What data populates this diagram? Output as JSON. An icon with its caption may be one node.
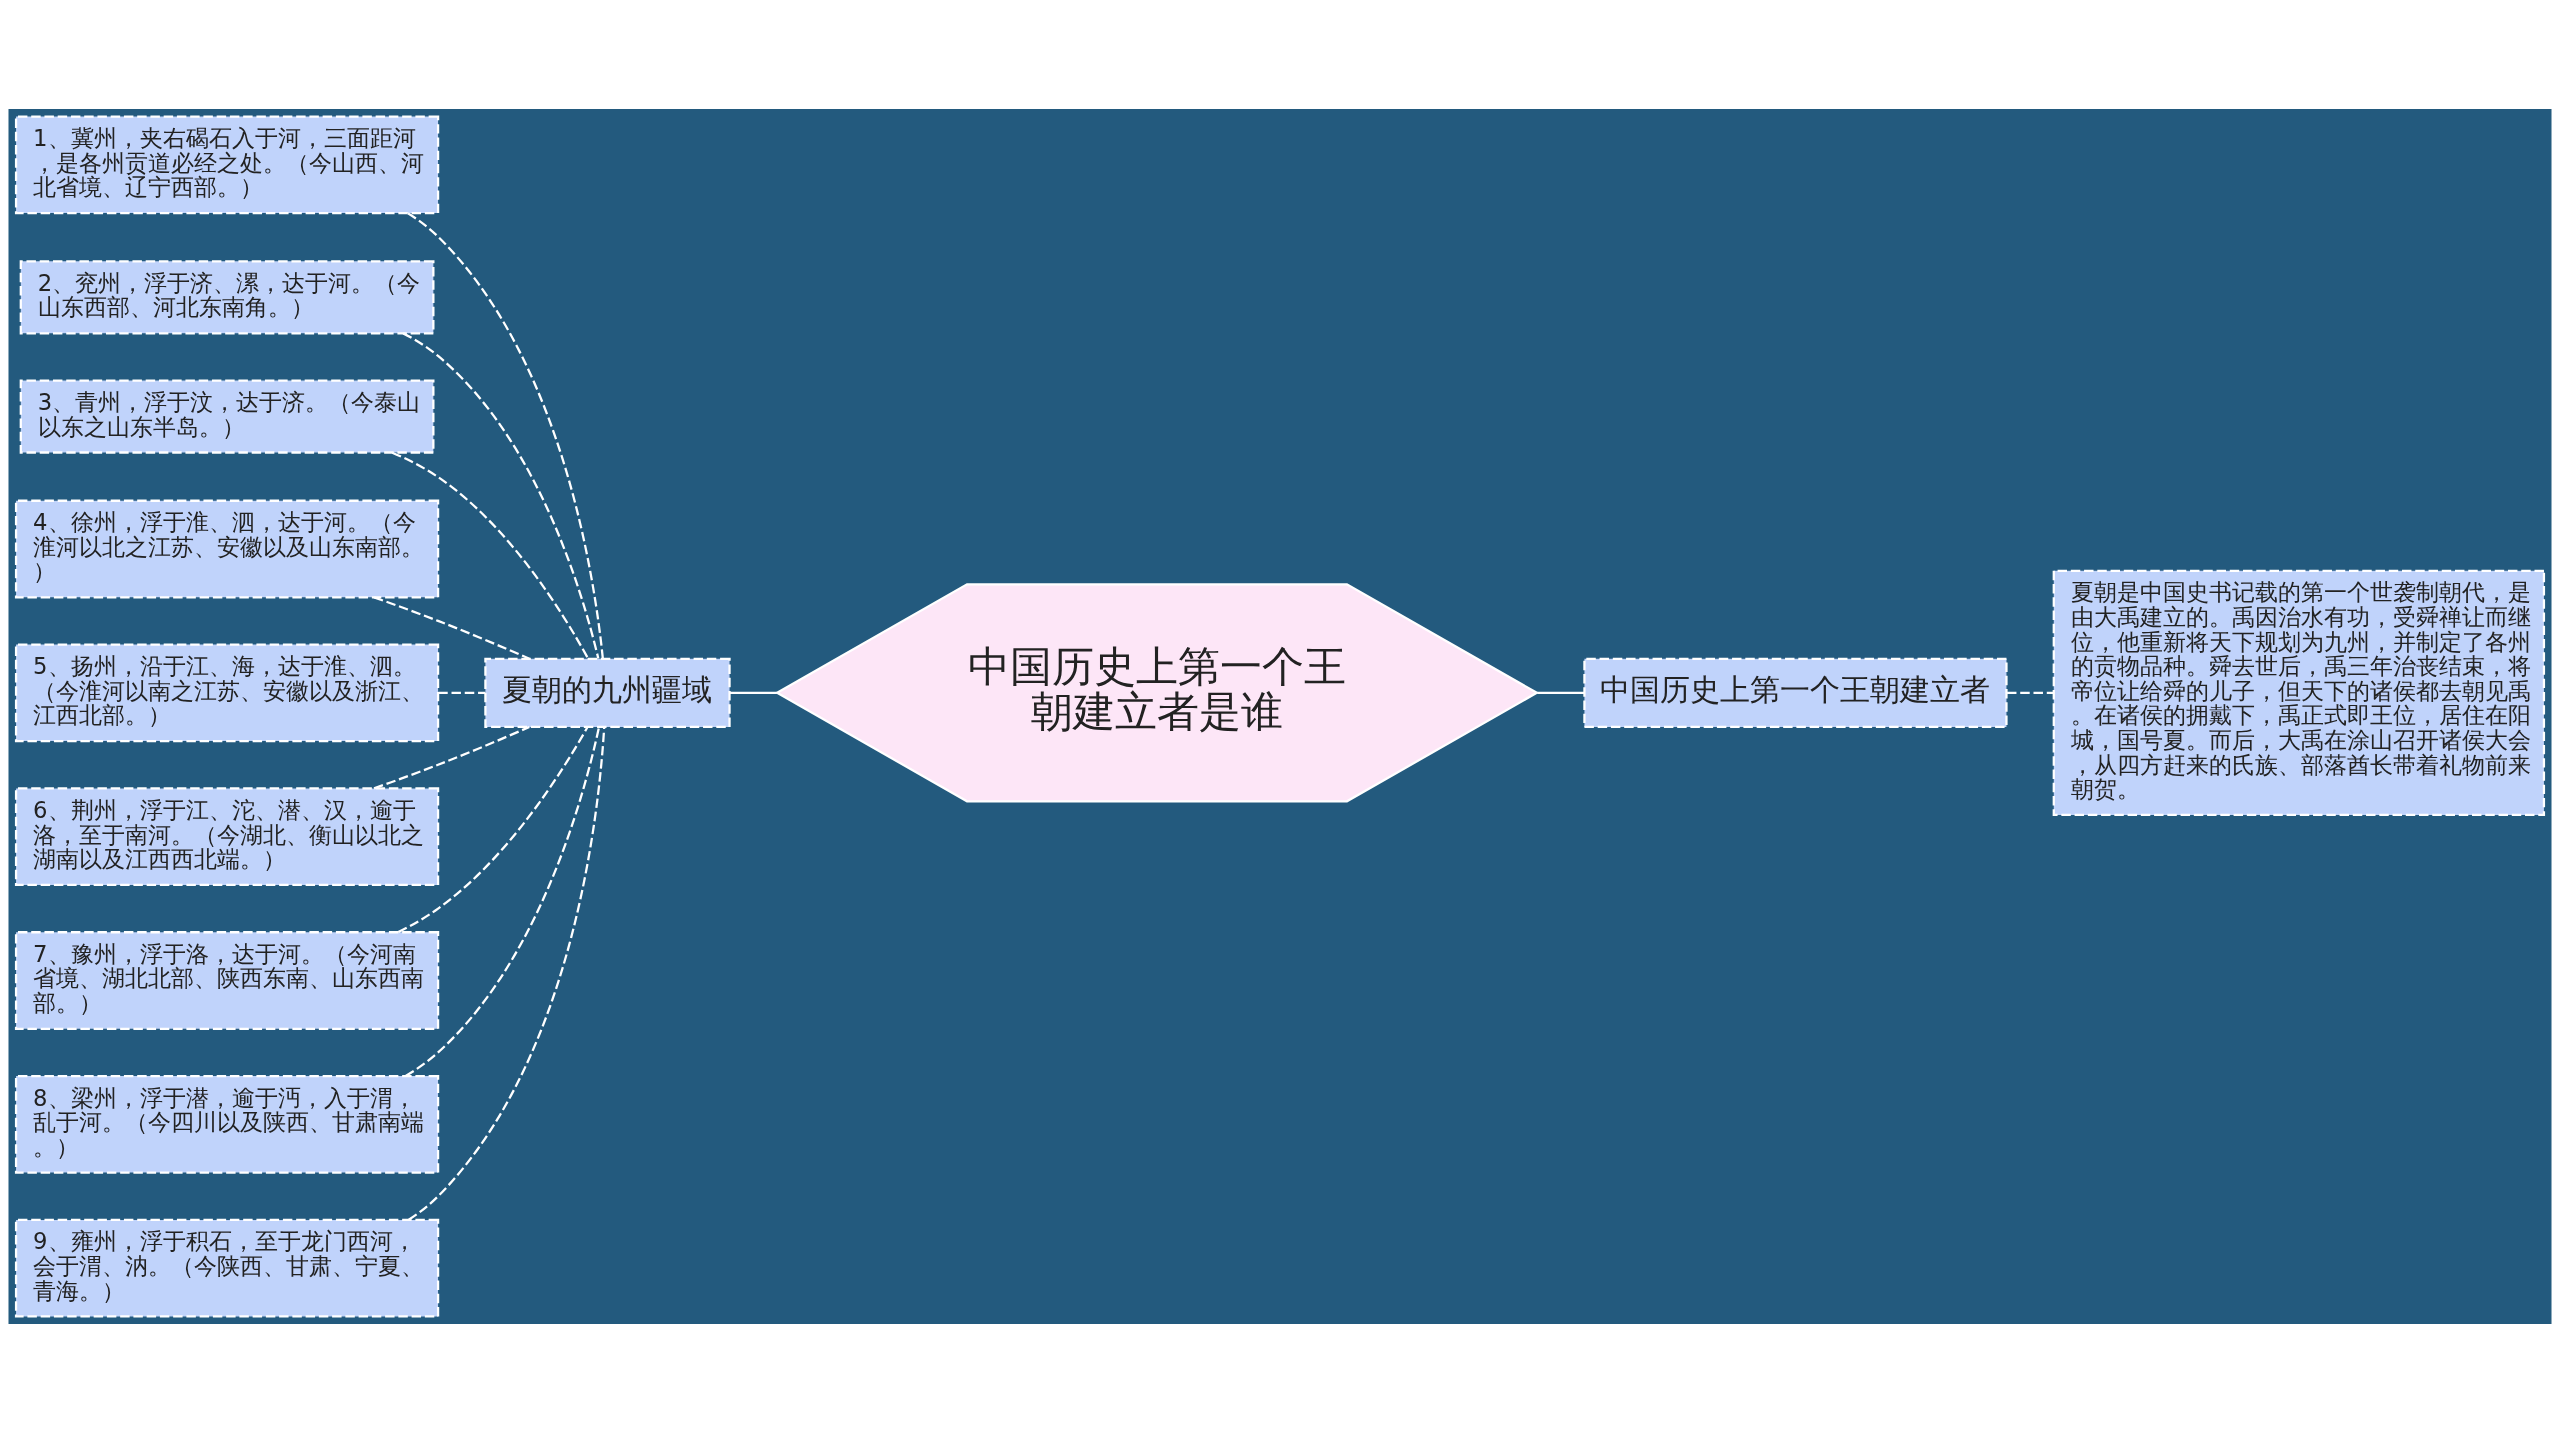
{
  "diagram": {
    "nodes": [
      {
        "text": [
          "中国历史上第一个王朝建立者是谁"
        ]
      },
      {
        "text": [
          "夏朝的九州疆域"
        ]
      },
      {
        "text": [
          "1、冀州，夹右碣石入于河，三面距河，是各州贡道必经之处。（今山西、河北省境、辽宁西部。）"
        ]
      },
      {
        "text": [
          "2、兖州，浮于济、漯，达于河。（今山东西部、河北东南角。）"
        ]
      },
      {
        "text": [
          "3、青州，浮于汶，达于济。（今泰山以东之山东半岛。）"
        ]
      },
      {
        "text": [
          "4、徐州，浮于淮、泗，达于河。（今淮河以北之江苏、安徽以及山东南部。）"
        ]
      },
      {
        "text": [
          "5、扬州，沿于江、海，达于淮、泗。（今淮河以南之江苏、安徽以及浙江、江西北部。）"
        ]
      },
      {
        "text": [
          "6、荆州，浮于江、沱、潜、汉，逾于洛，至于南河。（今湖北、衡山以北之湖南以及江西西北端。）"
        ]
      },
      {
        "text": [
          "7、豫州，浮于洛，达于河。（今河南省境、湖北北部、陕西东南、山东西南部。）"
        ]
      },
      {
        "text": [
          "8、梁州，浮于潜，逾于沔，入于渭，乱于河。（今四川以及陕西、甘肃南端。）"
        ]
      },
      {
        "text": [
          "9、雍州，浮于积石，至于龙门西河，会于渭、汭。（今陕西、甘肃、宁夏、青海。）"
        ]
      },
      {
        "text": [
          "中国历史上第一个王朝建立者"
        ]
      },
      {
        "text": [
          "夏朝是中国史书记载的第一个世袭制朝代，是由大禹建立的。禹因治水有功，受舜禅让而继位，他重新将天下规划为九州，并制定了各州的贡物品种。舜去世后，禹三年治丧结束，将帝位让给舜的儿子，但天下的诸侯都去朝见禹。在诸侯的拥戴下，禹正式即王位，居住在阳城，国号夏。而后，大禹在涂山召开诸侯大会，从四方赶来的氏族、部落酋长带着礼物前来朝贺。"
        ]
      }
    ],
    "edges": [
      {
        "from": 2,
        "to": 1,
        "arrow": "none",
        "style": "dashed"
      },
      {
        "from": 3,
        "to": 1,
        "arrow": "none",
        "style": "dashed"
      },
      {
        "from": 4,
        "to": 1,
        "arrow": "none",
        "style": "dashed"
      },
      {
        "from": 5,
        "to": 1,
        "arrow": "none",
        "style": "dashed"
      },
      {
        "from": 6,
        "to": 1,
        "arrow": "none",
        "style": "dashed"
      },
      {
        "from": 7,
        "to": 1,
        "arrow": "none",
        "style": "dashed"
      },
      {
        "from": 8,
        "to": 1,
        "arrow": "none",
        "style": "dashed"
      },
      {
        "from": 9,
        "to": 1,
        "arrow": "none",
        "style": "dashed"
      },
      {
        "from": 10,
        "to": 1,
        "arrow": "none",
        "style": "dashed"
      },
      {
        "from": 1,
        "to": 0,
        "arrow": "none"
      },
      {
        "from": 0,
        "to": 11,
        "arrow": "none"
      },
      {
        "from": 11,
        "to": 12,
        "arrow": "none",
        "style": "dashed"
      }
    ]
  }
}
